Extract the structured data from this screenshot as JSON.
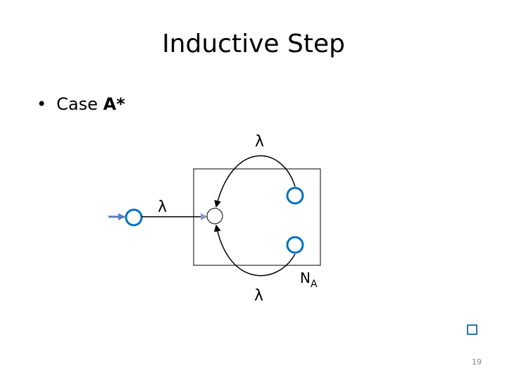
{
  "slide": {
    "title": "Inductive Step",
    "bullet": {
      "symbol": "•",
      "text": "Case ",
      "bold": "A*"
    },
    "page_number": "19"
  },
  "diagram": {
    "lambda_top": "λ",
    "lambda_left": "λ",
    "lambda_bottom": "λ",
    "nfa_label": "N",
    "nfa_subscript": "A"
  },
  "colors": {
    "state_stroke": "#0070c0",
    "arrow_in": "#5a7fbf",
    "qed_box": "#2e75b6"
  }
}
